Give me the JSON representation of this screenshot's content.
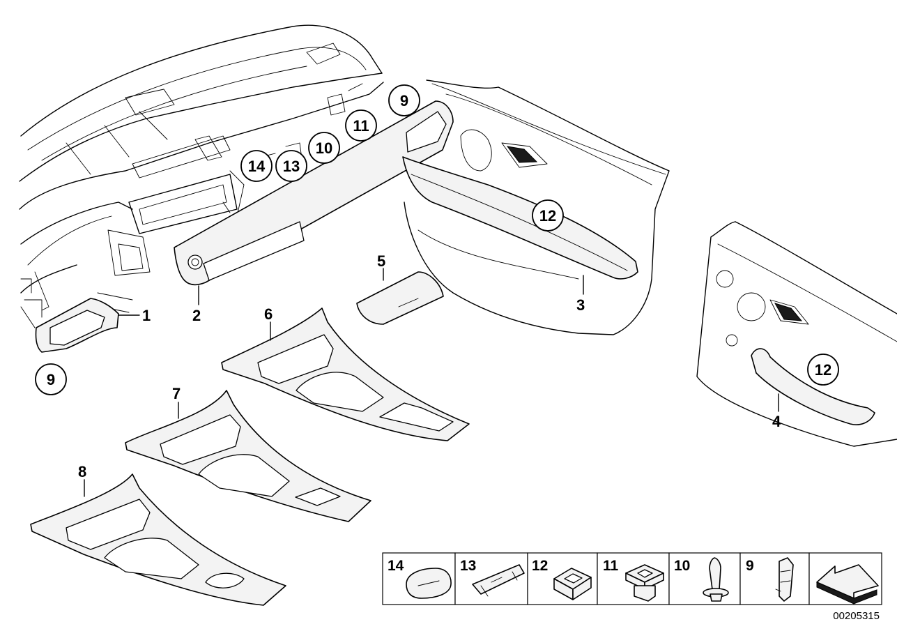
{
  "diagram": {
    "callouts_plain": [
      "1",
      "2",
      "3",
      "4",
      "5",
      "6",
      "7",
      "8"
    ],
    "callouts_circled": [
      "9",
      "9",
      "14",
      "13",
      "10",
      "11",
      "12",
      "12"
    ],
    "legend": [
      {
        "number": "14",
        "icon": "grommet-icon"
      },
      {
        "number": "13",
        "icon": "spring-clip-icon"
      },
      {
        "number": "12",
        "icon": "square-clip-icon"
      },
      {
        "number": "11",
        "icon": "expanding-clip-icon"
      },
      {
        "number": "10",
        "icon": "push-pin-icon"
      },
      {
        "number": "9",
        "icon": "metal-clip-icon"
      },
      {
        "number": "",
        "icon": "arrow-icon"
      }
    ],
    "document_number": "00205315"
  }
}
